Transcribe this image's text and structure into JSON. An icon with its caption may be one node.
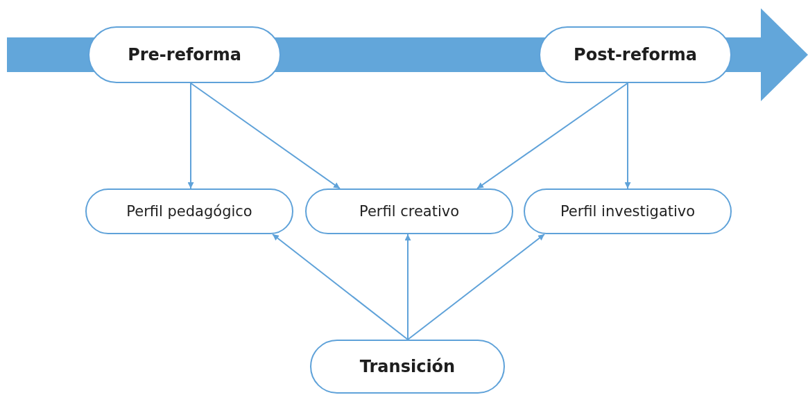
{
  "diagram": {
    "nodes": [
      {
        "text": [
          "Pre-reforma"
        ]
      },
      {
        "text": [
          "Post-reforma"
        ]
      },
      {
        "text": [
          "Perfil pedagógico"
        ]
      },
      {
        "text": [
          "Perfil creativo"
        ]
      },
      {
        "text": [
          "Perfil investigativo"
        ]
      },
      {
        "text": [
          "Transición"
        ]
      }
    ],
    "edges": [
      {
        "from": 0,
        "to": 2,
        "arrow": "to"
      },
      {
        "from": 0,
        "to": 3,
        "arrow": "to"
      },
      {
        "from": 1,
        "to": 3,
        "arrow": "to"
      },
      {
        "from": 1,
        "to": 4,
        "arrow": "to"
      },
      {
        "from": 5,
        "to": 2,
        "arrow": "to"
      },
      {
        "from": 5,
        "to": 3,
        "arrow": "to"
      },
      {
        "from": 5,
        "to": 4,
        "arrow": "to"
      }
    ]
  }
}
